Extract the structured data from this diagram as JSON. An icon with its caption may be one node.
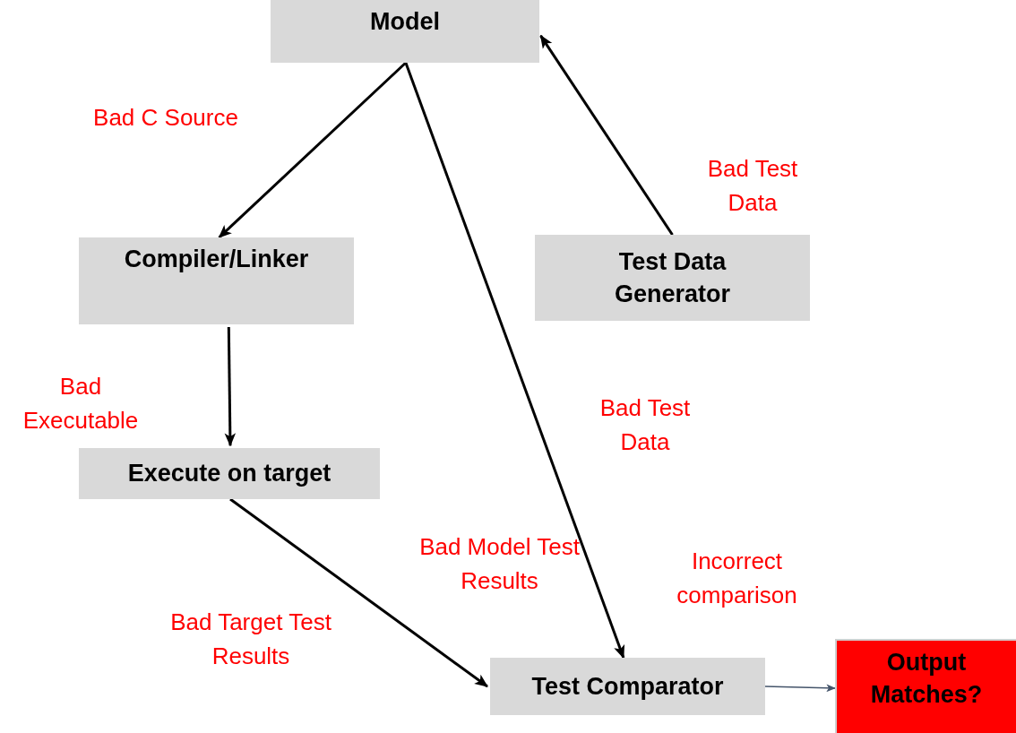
{
  "diagram": {
    "nodes": [
      {
        "text": [
          "Model"
        ]
      },
      {
        "text": [
          "Compiler/Linker"
        ]
      },
      {
        "text": [
          "Test Data Generator"
        ]
      },
      {
        "text": [
          "Execute on target"
        ]
      },
      {
        "text": [
          "Test Comparator"
        ]
      },
      {
        "text": [
          "Output Matches?"
        ]
      }
    ],
    "edges": [
      {
        "from": 0,
        "to": 1,
        "arrow": "to"
      },
      {
        "from": 0,
        "to": 4,
        "arrow": "to"
      },
      {
        "from": 2,
        "to": 0,
        "arrow": "to"
      },
      {
        "from": 1,
        "to": 3,
        "arrow": "to"
      },
      {
        "from": 3,
        "to": 4,
        "arrow": "to"
      },
      {
        "from": 4,
        "to": 5,
        "arrow": "to",
        "color": "#44546a"
      }
    ],
    "labels": [
      "Bad C Source",
      "Bad Test Data",
      "Bad Executable",
      "Bad Test Data",
      "Bad Model Test Results",
      "Incorrect comparison",
      "Bad Target Test Results"
    ]
  }
}
